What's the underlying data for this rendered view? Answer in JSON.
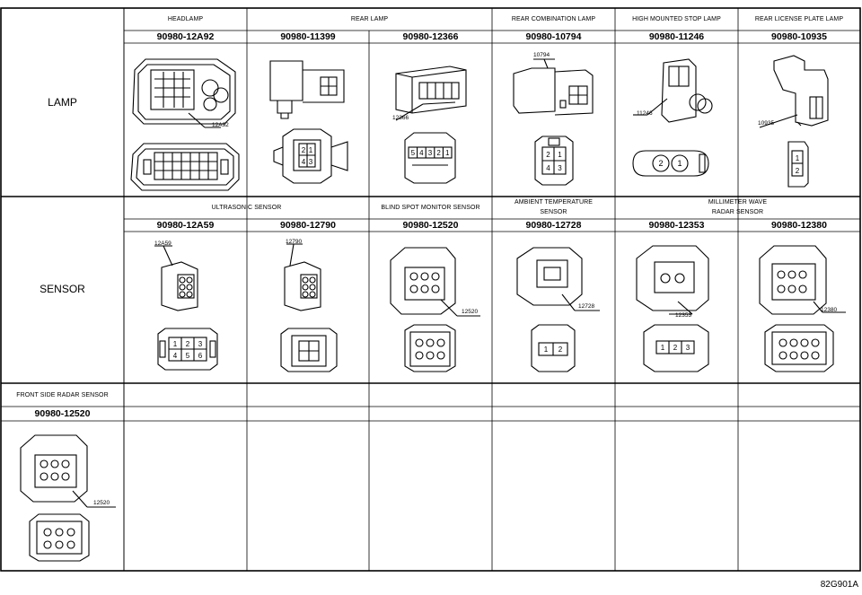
{
  "groups": {
    "lamp": "LAMP",
    "sensor": "SENSOR",
    "front_side_radar": "FRONT SIDE RADAR SENSOR"
  },
  "lamp": {
    "headlamp": "HEADLAMP",
    "rear_lamp": "REAR LAMP",
    "rear_combination_lamp": "REAR COMBINATION LAMP",
    "high_mounted_stop_lamp": "HIGH MOUNTED STOP LAMP",
    "rear_license_plate_lamp": "REAR LICENSE PLATE LAMP",
    "parts": [
      "90980-12A92",
      "90980-11399",
      "90980-12366",
      "90980-10794",
      "90980-11246",
      "90980-10935"
    ],
    "callouts": [
      "12A92",
      "12366",
      "10794",
      "11246",
      "10935"
    ],
    "pins": {
      "rear_lamp_1": [
        "2",
        "1",
        "4",
        "3"
      ],
      "rear_lamp_2": [
        "5",
        "4",
        "3",
        "2",
        "1"
      ],
      "rear_combination": [
        "2",
        "1",
        "4",
        "3"
      ],
      "high_mounted": [
        "2",
        "1"
      ],
      "license_plate": [
        "1",
        "2"
      ]
    }
  },
  "sensor": {
    "ultrasonic": "ULTRASONIC SENSOR",
    "blind_spot": "BLIND SPOT MONITOR SENSOR",
    "ambient_temp_1": "AMBIENT TEMPERATURE",
    "ambient_temp_2": "SENSOR",
    "millimeter_1": "MILLIMETER WAVE",
    "millimeter_2": "RADAR SENSOR",
    "parts": [
      "90980-12A59",
      "90980-12790",
      "90980-12520",
      "90980-12728",
      "90980-12353",
      "90980-12380"
    ],
    "callouts": [
      "12A59",
      "12790",
      "12520",
      "12728",
      "12353",
      "12380"
    ],
    "pins": {
      "ultrasonic": [
        "1",
        "2",
        "3",
        "4",
        "5",
        "6"
      ],
      "ambient": [
        "1",
        "2"
      ],
      "millimeter": [
        "1",
        "2",
        "3"
      ]
    }
  },
  "front": {
    "part": "90980-12520",
    "callout": "12520"
  },
  "footer": {
    "code": "82G901A"
  }
}
